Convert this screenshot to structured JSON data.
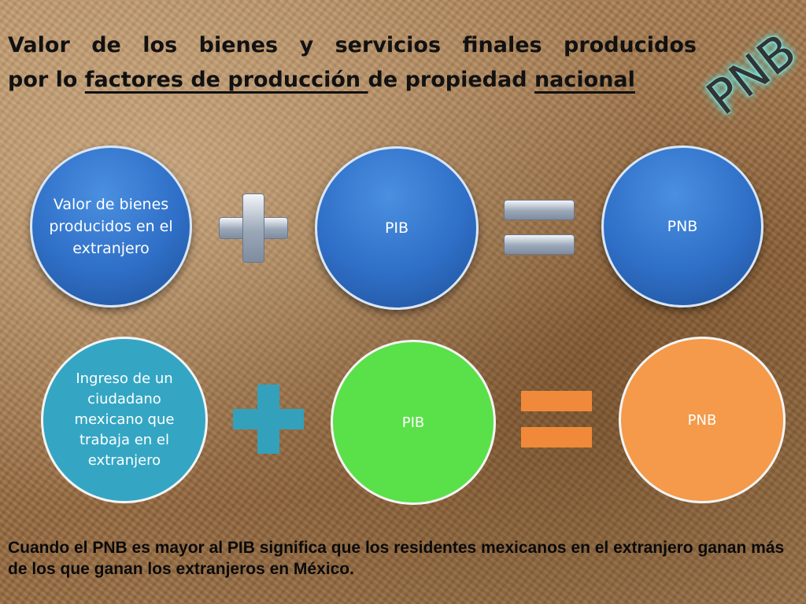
{
  "title": {
    "line1": "Valor  de  los  bienes  y  servicios    finales  producidos",
    "line2_pre": "por lo ",
    "line2_underlined1": "factores de producción ",
    "line2_mid": "de propiedad ",
    "line2_underlined2": "nacional"
  },
  "badge": "PNB",
  "row1": {
    "circle1": "Valor de bienes producidos en el extranjero",
    "circle2": "PIB",
    "circle3": "PNB"
  },
  "row2": {
    "circle1": "Ingreso de un ciudadano mexicano que trabaja en el extranjero",
    "circle2": "PIB",
    "circle3": "PNB"
  },
  "footer": "Cuando el PNB  es mayor al PIB significa que  los residentes  mexicanos en el extranjero  ganan  más de los que ganan los extranjeros  en  México.",
  "colors": {
    "blue": "#2f6fc7",
    "teal": "#34a6c4",
    "green": "#5ae049",
    "orange": "#f49a4a"
  }
}
